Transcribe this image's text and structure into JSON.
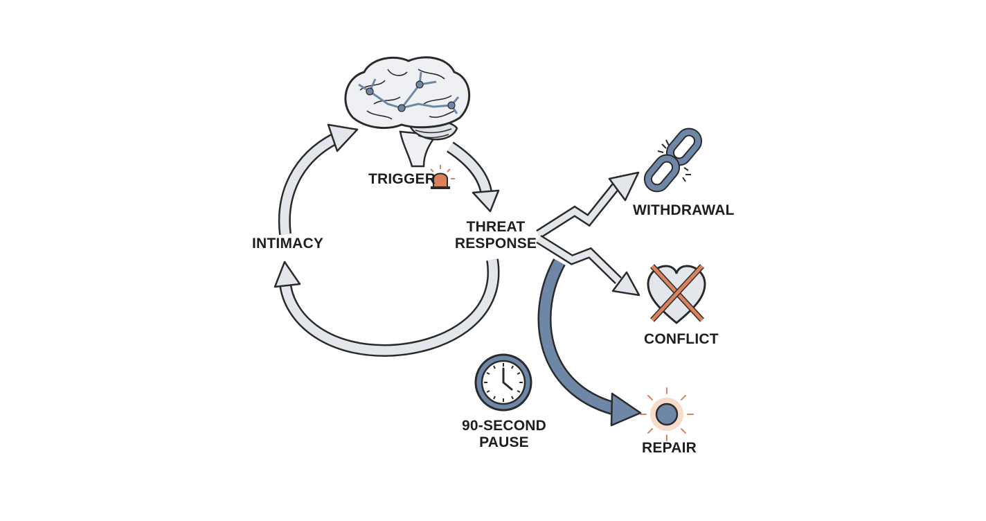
{
  "labels": {
    "trigger": "TRIGGER",
    "threat_line1": "THREAT",
    "threat_line2": "RESPONSE",
    "intimacy": "INTIMACY",
    "withdrawal": "WITHDRAWAL",
    "conflict": "CONFLICT",
    "pause_line1": "90-SECOND",
    "pause_line2": "PAUSE",
    "repair": "REPAIR"
  },
  "colors": {
    "outline": "#2a2a2a",
    "arrow_fill": "#e3e7ec",
    "accent_blue": "#6f87a6",
    "accent_orange": "#d9825d",
    "glow": "#f6dccb"
  },
  "icons": [
    "brain-icon",
    "alarm-icon",
    "broken-chain-icon",
    "crossed-heart-icon",
    "clock-icon",
    "sun-icon"
  ]
}
